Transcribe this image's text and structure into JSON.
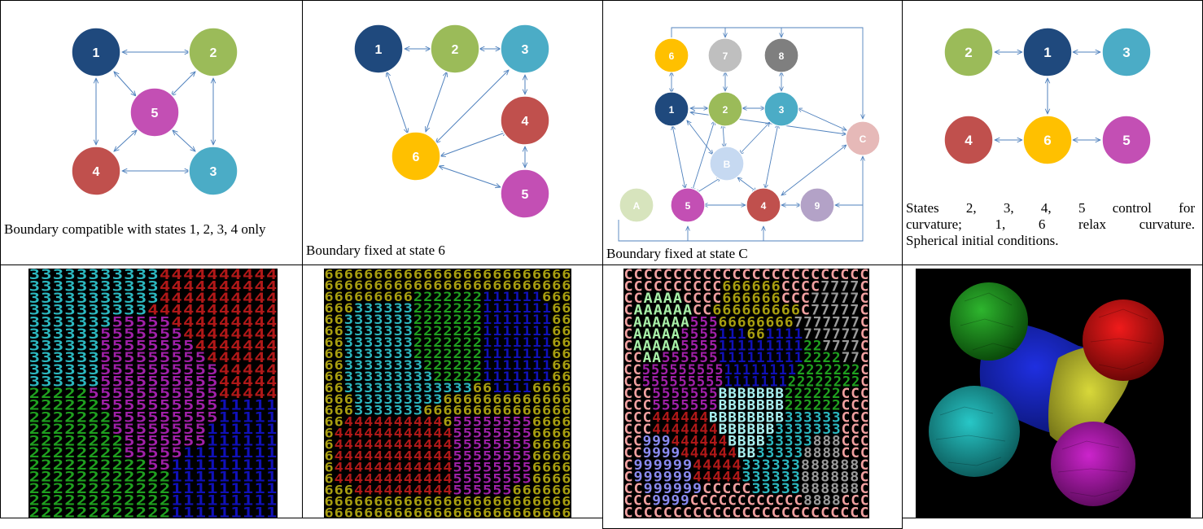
{
  "colors": {
    "s1": "#1F497D",
    "s2": "#9BBB59",
    "s3": "#4BACC6",
    "s4": "#C0504D",
    "s5": "#C34FB4",
    "s6": "#FFC000",
    "s7": "#BFBFBF",
    "s8": "#7F7F7F",
    "sA": "#D7E4BD",
    "sB": "#C6D9F1",
    "sC": "#E6B9B8",
    "s9": "#B3A2C7",
    "arrow": "#4F81BD"
  },
  "panels": [
    {
      "nodes": [
        "1",
        "2",
        "3",
        "4",
        "5"
      ],
      "caption": "Boundary compatible with states 1, 2, 3, 4 only"
    },
    {
      "nodes": [
        "1",
        "2",
        "3",
        "4",
        "5",
        "6"
      ],
      "caption": "Boundary fixed at state 6"
    },
    {
      "nodes": [
        "6",
        "7",
        "8",
        "1",
        "2",
        "3",
        "C",
        "B",
        "A",
        "5",
        "4",
        "9"
      ],
      "caption": "Boundary fixed at state C"
    },
    {
      "nodes": [
        "2",
        "1",
        "3",
        "4",
        "6",
        "5"
      ],
      "caption_line1": "States 2, 3, 4, 5 control for",
      "caption_line2": "curvature; 1, 6 relax curvature.",
      "caption_line3": "Spherical initial conditions."
    }
  ],
  "grids": [
    {
      "rows": [
        "333333333334444444444",
        "333333333334444444444",
        "333333333334444444444",
        "333333333344444444444",
        "333333355555444444444",
        "333333555555544444444",
        "333333555555554444444",
        "333333555555555444444",
        "333333555555555544444",
        "333333555555555544444",
        "222225555555555544444",
        "222222555555555511111",
        "222222255555555511111",
        "222222255555555111111",
        "222222225555555111111",
        "222222225555511111111",
        "222222222255111111111",
        "222222222222111111111",
        "222222222222111111111",
        "222222222222111111111",
        "222222222222111111111"
      ]
    },
    {
      "rows": [
        "6666666666666666666666666",
        "6666666666666666666666666",
        "6666666662222222111111666",
        "6663333332222222111111166",
        "6633333332222222111111166",
        "6633333332222222111111166",
        "6633333332222222111111166",
        "6633333332222222111111166",
        "6633333333222222111111166",
        "6633333333322222111111166",
        "6633333333333336611116666",
        "6663333333336666666666666",
        "6663333333666666666666666",
        "6644444444446555555556666",
        "6444444444444555555556666",
        "6444444444444555555556666",
        "6444444444444555555556666",
        "6444444444444555555556666",
        "6444444444444555555556666",
        "6664444444444555555666666",
        "6666666666666666666666666",
        "6666666666666666666666666"
      ]
    },
    {
      "rows": [
        "CCCCCCCCCCCCCCCCCCCCCCCCC",
        "CCCCCCCCCC666666CCCC7777C",
        "CCAAAACCCC666666CCC77777C",
        "CAAAAAACC666666666C77777C",
        "CAAAAAA555666666667777777C",
        "CAAAAA5555111661111777777C",
        "CAAAAA5555111111111227777C",
        "CCAA555555111111111222277C",
        "CC555555555111111112222222C",
        "CC555555555111111122222222C",
        "CCC5555555BBBBBBB222222CCC",
        "CCC5555555BBBBBBB222222CCC",
        "CCC444444BBBBBBBB333333CCC",
        "CCC4444444BBBBBB3333333CCC",
        "CC999444444BBBB33333888CCC",
        "CC9999444444BB333338888CCC",
        "C99999944444333333888888C",
        "C99999944444333333888888C",
        "CC999999CCCCC33333888888C",
        "CCC9999CCCCCCCCCCCC8888CCC",
        "CCCCCCCCCCCCCCCCCCCCCCCCC"
      ]
    }
  ]
}
